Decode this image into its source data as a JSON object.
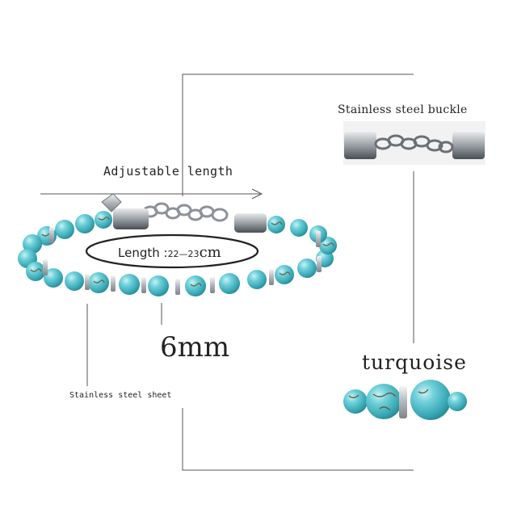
{
  "labels": {
    "buckle": "Stainless steel buckle",
    "adjustable": "Adjustable length",
    "length_prefix": "Length :",
    "length_range": "22—23",
    "length_unit": "cm",
    "bead_size": "6mm",
    "sheet": "Stainless steel sheet",
    "material": "turquoise"
  },
  "colors": {
    "bead": "#4fbfc9",
    "bead_light": "#9ee3ea",
    "matrix": "#6a5a3a",
    "steel": "#c9ccd0",
    "line": "#555555"
  }
}
